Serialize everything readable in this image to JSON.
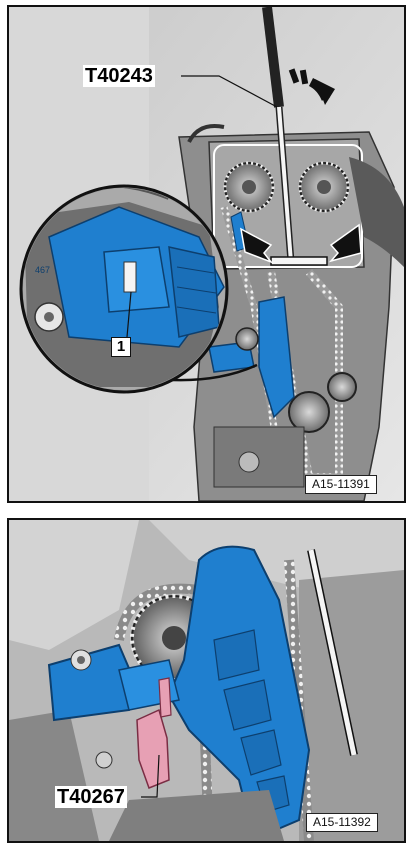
{
  "figures": [
    {
      "tool_label": "T40243",
      "item_number": "1",
      "figure_ref": "A15-11391",
      "detail_part_text": "467"
    },
    {
      "tool_label": "T40267",
      "figure_ref": "A15-11392"
    }
  ],
  "colors": {
    "highlight_blue": "#1f7fcf",
    "highlight_pink": "#e7a0b4",
    "engine_gray": "#8e8e8e",
    "arrow_black": "#111111"
  }
}
